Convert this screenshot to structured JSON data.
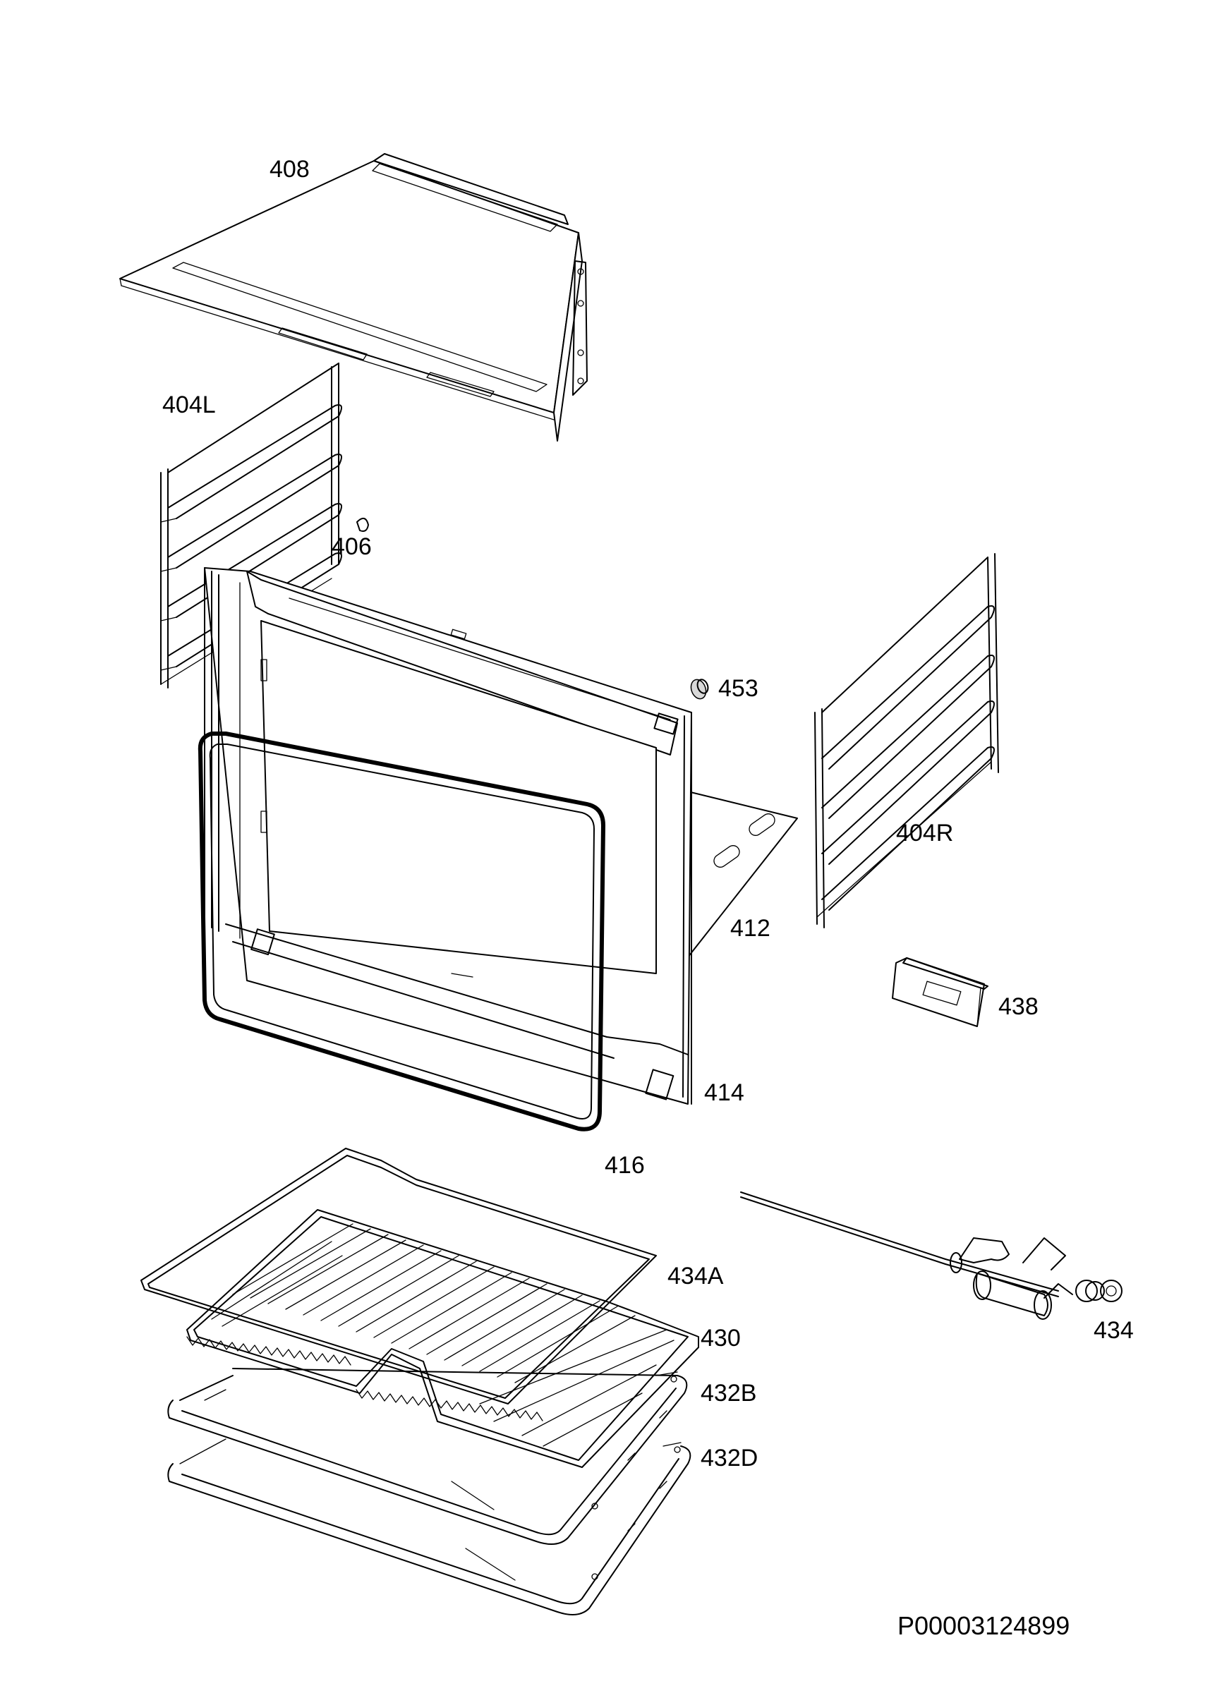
{
  "parts": [
    {
      "id": "top-panel",
      "label": "408"
    },
    {
      "id": "shelf-support-left",
      "label": "404L"
    },
    {
      "id": "clip",
      "label": "406"
    },
    {
      "id": "lamp-holder",
      "label": "453"
    },
    {
      "id": "shelf-support-right",
      "label": "404R"
    },
    {
      "id": "oven-cavity",
      "label": "412"
    },
    {
      "id": "bracket",
      "label": "438"
    },
    {
      "id": "cavity-front",
      "label": "414"
    },
    {
      "id": "door-seal",
      "label": "416"
    },
    {
      "id": "grid-shelf",
      "label": "434A"
    },
    {
      "id": "grill-rack",
      "label": "430"
    },
    {
      "id": "rotisserie",
      "label": "434"
    },
    {
      "id": "baking-tray",
      "label": "432B"
    },
    {
      "id": "deep-tray",
      "label": "432D"
    }
  ],
  "document_id": "P00003124899"
}
